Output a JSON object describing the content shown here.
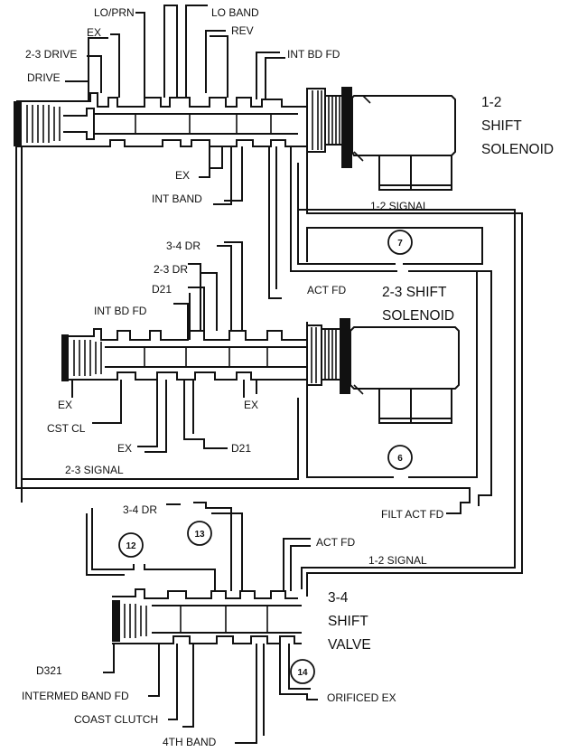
{
  "diagram": {
    "valves": [
      {
        "id": "v12",
        "label_lines": [
          "1-2",
          "SHIFT",
          "SOLENOID"
        ]
      },
      {
        "id": "v23",
        "label_lines": [
          "2-3 SHIFT",
          "SOLENOID"
        ]
      },
      {
        "id": "v34",
        "label_lines": [
          "3-4",
          "SHIFT",
          "VALVE"
        ]
      }
    ],
    "labels": {
      "lo_prn": "LO/PRN",
      "lo_band": "LO BAND",
      "ex_top": "EX",
      "rev": "REV",
      "drive_2_3": "2-3 DRIVE",
      "int_bd_fd_top": "INT BD FD",
      "drive": "DRIVE",
      "ex_12": "EX",
      "int_band": "INT BAND",
      "signal_12": "1-2 SIGNAL",
      "dr_3_4": "3-4 DR",
      "dr_2_3": "2-3 DR",
      "act_fd": "ACT FD",
      "d21_top": "D21",
      "int_bd_fd": "INT BD FD",
      "ex_23_left": "EX",
      "ex_23_right": "EX",
      "cst_cl": "CST CL",
      "ex_23_bottom": "EX",
      "d21_bottom": "D21",
      "signal_23": "2-3 SIGNAL",
      "filt_act_fd": "FILT ACT FD",
      "dr_3_4_bottom": "3-4 DR",
      "act_fd_bottom": "ACT FD",
      "signal_12_bottom": "1-2 SIGNAL",
      "d321": "D321",
      "intermed_band_fd": "INTERMED BAND FD",
      "coast_clutch": "COAST CLUTCH",
      "band_4th": "4TH BAND",
      "orificed_ex": "ORIFICED EX"
    },
    "orifices": [
      "7",
      "6",
      "13",
      "12",
      "14"
    ]
  }
}
